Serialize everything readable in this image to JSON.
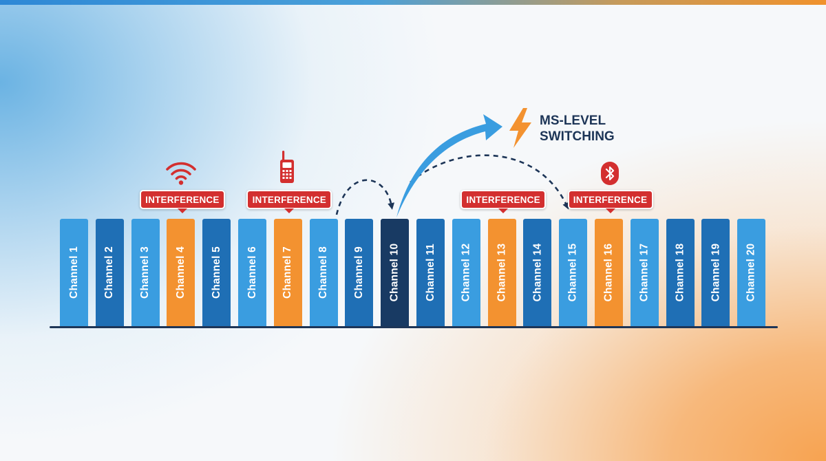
{
  "channels": [
    {
      "label": "Channel 1",
      "color": "#3a9de0"
    },
    {
      "label": "Channel 2",
      "color": "#1f6fb5"
    },
    {
      "label": "Channel 3",
      "color": "#3a9de0"
    },
    {
      "label": "Channel 4",
      "color": "#f39230"
    },
    {
      "label": "Channel 5",
      "color": "#1f6fb5"
    },
    {
      "label": "Channel 6",
      "color": "#3a9de0"
    },
    {
      "label": "Channel 7",
      "color": "#f39230"
    },
    {
      "label": "Channel 8",
      "color": "#3a9de0"
    },
    {
      "label": "Channel 9",
      "color": "#1f6fb5"
    },
    {
      "label": "Channel 10",
      "color": "#183a63"
    },
    {
      "label": "Channel 11",
      "color": "#1f6fb5"
    },
    {
      "label": "Channel 12",
      "color": "#3a9de0"
    },
    {
      "label": "Channel 13",
      "color": "#f39230"
    },
    {
      "label": "Channel 14",
      "color": "#1f6fb5"
    },
    {
      "label": "Channel 15",
      "color": "#3a9de0"
    },
    {
      "label": "Channel 16",
      "color": "#f39230"
    },
    {
      "label": "Channel 17",
      "color": "#3a9de0"
    },
    {
      "label": "Channel 18",
      "color": "#1f6fb5"
    },
    {
      "label": "Channel 19",
      "color": "#1f6fb5"
    },
    {
      "label": "Channel 20",
      "color": "#3a9de0"
    }
  ],
  "interference": [
    {
      "label": "INTERFERENCE",
      "channel": 4,
      "icon": "wifi-icon"
    },
    {
      "label": "INTERFERENCE",
      "channel": 7,
      "icon": "walkie-talkie-icon"
    },
    {
      "label": "INTERFERENCE",
      "channel": 13,
      "icon": ""
    },
    {
      "label": "INTERFERENCE",
      "channel": 16,
      "icon": "bluetooth-icon"
    }
  ],
  "switching": {
    "line1": "MS-LEVEL",
    "line2": "SWITCHING",
    "icon": "lightning-bolt-icon"
  },
  "colors": {
    "interference_red": "#d32f2f",
    "arrow_blue": "#3a9de0",
    "dashed_navy": "#1d3557",
    "lightning_orange": "#f39230"
  }
}
